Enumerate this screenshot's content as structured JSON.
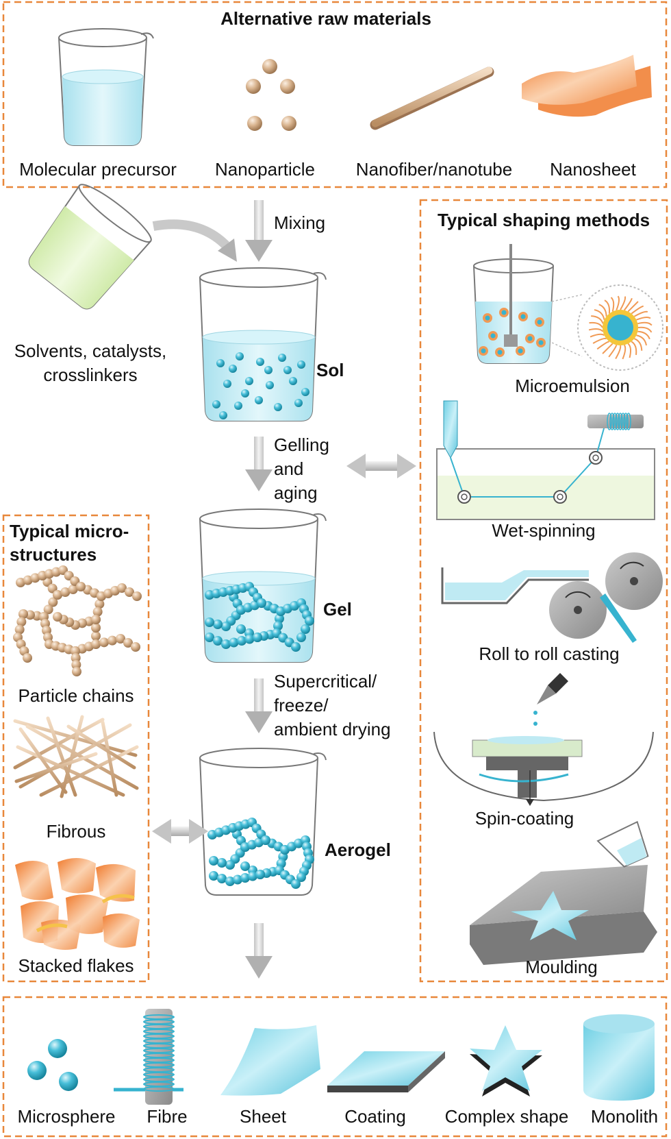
{
  "raw_materials": {
    "title": "Alternative raw materials",
    "items": [
      "Molecular precursor",
      "Nanoparticle",
      "Nanofiber/nanotube",
      "Nanosheet"
    ]
  },
  "process": {
    "mixing": "Mixing",
    "additives": [
      "Solvents, catalysts,",
      "crosslinkers"
    ],
    "gelling": [
      "Gelling",
      "and",
      "aging"
    ],
    "drying": [
      "Supercritical/",
      "freeze/",
      "ambient drying"
    ],
    "sol": "Sol",
    "gel": "Gel",
    "aerogel": "Aerogel"
  },
  "shaping": {
    "title": "Typical shaping methods",
    "methods": [
      "Microemulsion",
      "Wet-spinning",
      "Roll to roll casting",
      "Spin-coating",
      "Moulding"
    ]
  },
  "microstructures": {
    "title": [
      "Typical micro-",
      "structures"
    ],
    "items": [
      "Particle chains",
      "Fibrous",
      "Stacked flakes"
    ]
  },
  "products": [
    "Microsphere",
    "Fibre",
    "Sheet",
    "Coating",
    "Complex shape",
    "Monolith"
  ],
  "colors": {
    "frame": "#e8873a",
    "liquid": "#bfeaf3",
    "sphere": "#37b3cf",
    "tan": "#d9b48f",
    "orange": "#f09a55",
    "arrow": "#b8b8b8",
    "gray": "#8e8e8e"
  }
}
